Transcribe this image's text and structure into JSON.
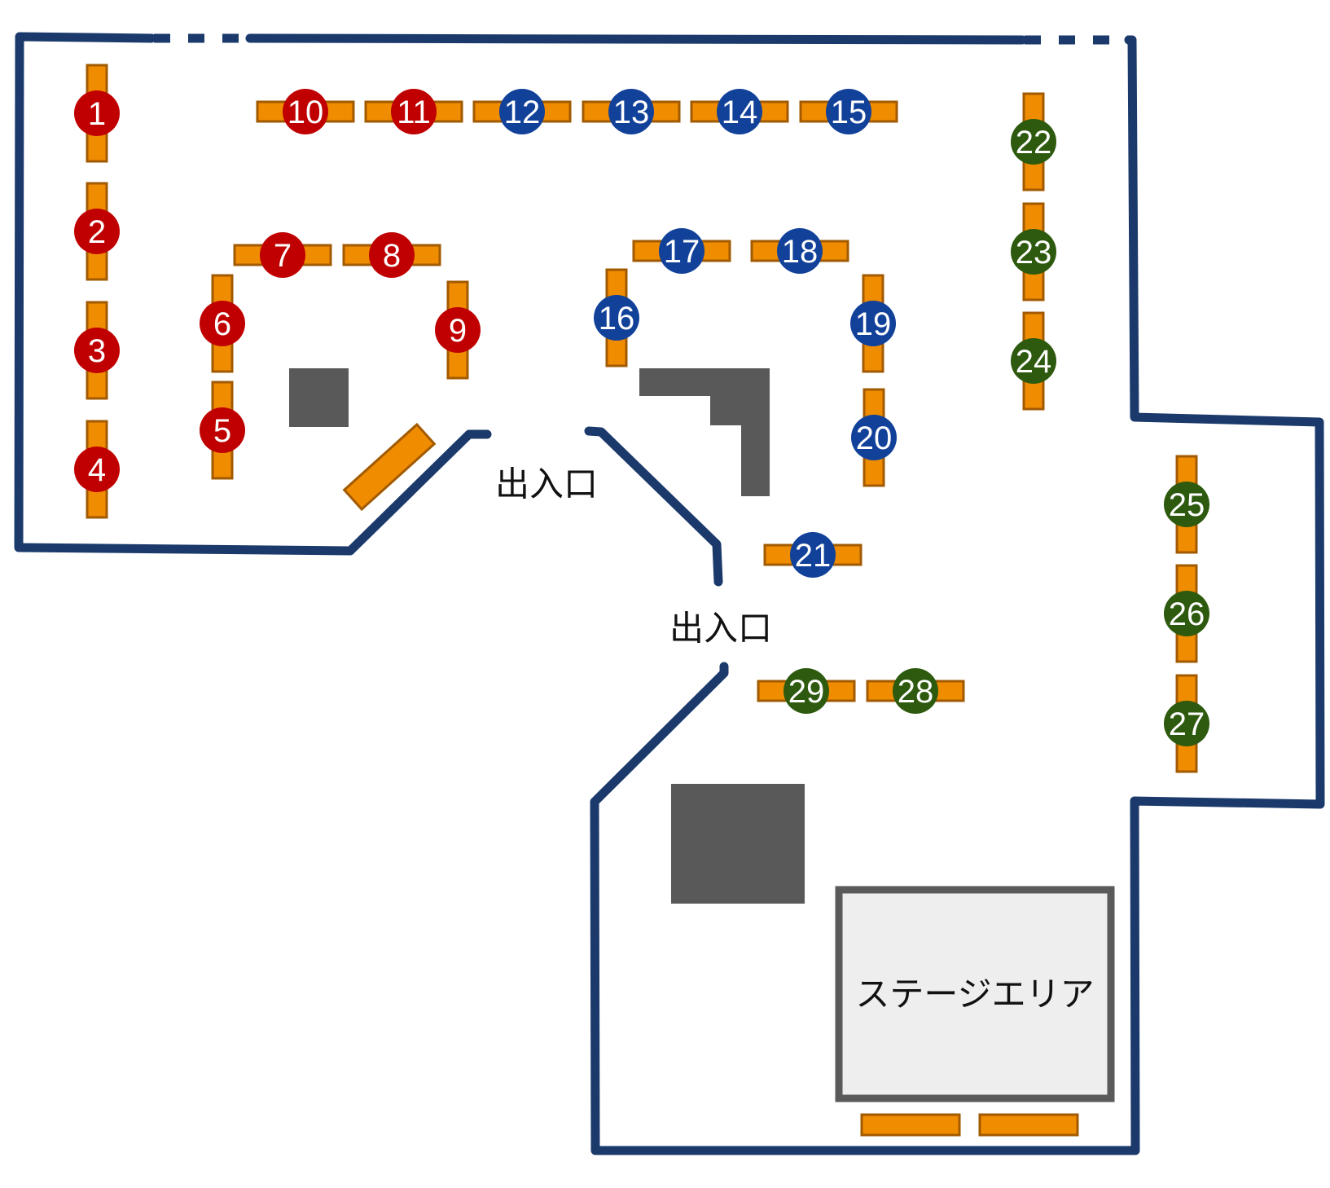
{
  "colors": {
    "wall": "#1b3a6b",
    "table": "#f08c00",
    "pillar": "#595959",
    "stage_fill": "#eeeeee",
    "zone_red": "#c00000",
    "zone_blue": "#12419a",
    "zone_green": "#2d5a0e"
  },
  "entrances": {
    "upper_label": "出入口",
    "lower_label": "出入口"
  },
  "stage": {
    "label": "ステージエリア"
  },
  "booths": [
    {
      "number": "1",
      "zone": "red"
    },
    {
      "number": "2",
      "zone": "red"
    },
    {
      "number": "3",
      "zone": "red"
    },
    {
      "number": "4",
      "zone": "red"
    },
    {
      "number": "5",
      "zone": "red"
    },
    {
      "number": "6",
      "zone": "red"
    },
    {
      "number": "7",
      "zone": "red"
    },
    {
      "number": "8",
      "zone": "red"
    },
    {
      "number": "9",
      "zone": "red"
    },
    {
      "number": "10",
      "zone": "red"
    },
    {
      "number": "11",
      "zone": "red"
    },
    {
      "number": "12",
      "zone": "blue"
    },
    {
      "number": "13",
      "zone": "blue"
    },
    {
      "number": "14",
      "zone": "blue"
    },
    {
      "number": "15",
      "zone": "blue"
    },
    {
      "number": "16",
      "zone": "blue"
    },
    {
      "number": "17",
      "zone": "blue"
    },
    {
      "number": "18",
      "zone": "blue"
    },
    {
      "number": "19",
      "zone": "blue"
    },
    {
      "number": "20",
      "zone": "blue"
    },
    {
      "number": "21",
      "zone": "blue"
    },
    {
      "number": "22",
      "zone": "green"
    },
    {
      "number": "23",
      "zone": "green"
    },
    {
      "number": "24",
      "zone": "green"
    },
    {
      "number": "25",
      "zone": "green"
    },
    {
      "number": "26",
      "zone": "green"
    },
    {
      "number": "27",
      "zone": "green"
    },
    {
      "number": "28",
      "zone": "green"
    },
    {
      "number": "29",
      "zone": "green"
    }
  ]
}
